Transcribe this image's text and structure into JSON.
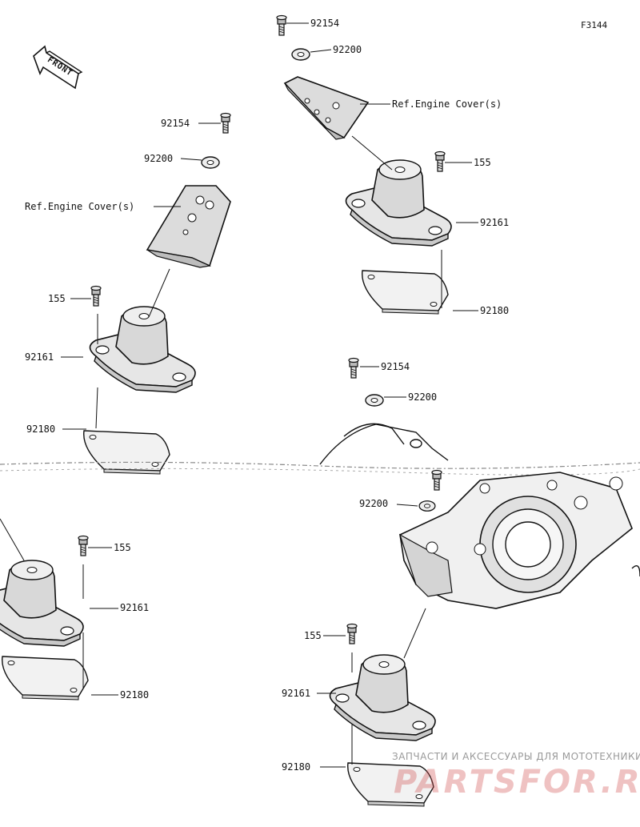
{
  "diagram": {
    "figure_number": "F3144",
    "front_label": "FRONT",
    "watermark": {
      "tagline": "ЗАПЧАСТИ И АКСЕССУАРЫ ДЛЯ МОТОТЕХНИКИ",
      "brand": "PARTSFOR.RU"
    },
    "colors": {
      "line": "#111111",
      "shade": "#cfcfcf",
      "watermark": "#d05050"
    },
    "callouts": {
      "tr_92154": "92154",
      "tr_92200": "92200",
      "tr_ref": "Ref.Engine Cover(s)",
      "tr_155": "155",
      "tr_92161": "92161",
      "tr_92180": "92180",
      "tl_92154": "92154",
      "tl_92200": "92200",
      "tl_ref": "Ref.Engine Cover(s)",
      "tl_155": "155",
      "tl_92161": "92161",
      "tl_92180": "92180",
      "mc_92154": "92154",
      "mc_92200": "92200",
      "bc_92200": "92200",
      "bl_155": "155",
      "bl_92161": "92161",
      "bl_92180": "92180",
      "br_155": "155",
      "br_92161": "92161",
      "br_92180": "92180"
    }
  }
}
